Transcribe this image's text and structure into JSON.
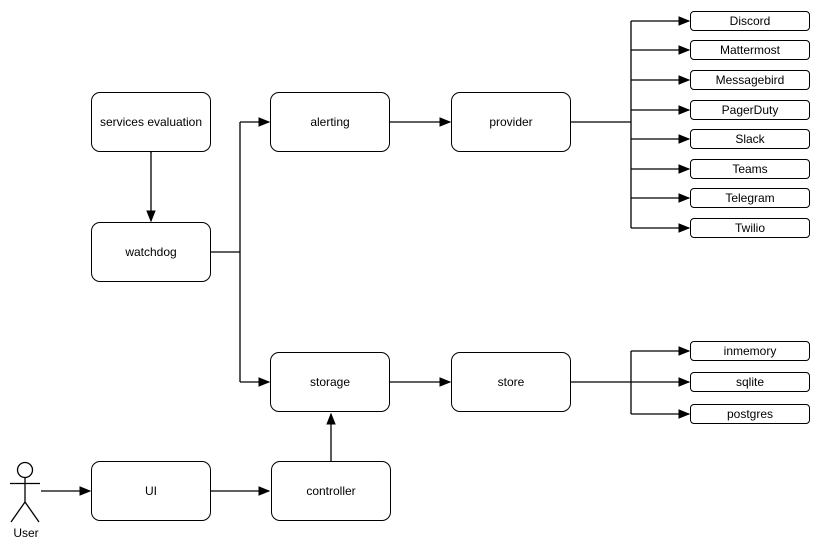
{
  "colors": {
    "stroke": "#000000",
    "node_fill": "#ffffff",
    "background": "#ffffff"
  },
  "nodes": {
    "services_evaluation": "services evaluation",
    "watchdog": "watchdog",
    "alerting": "alerting",
    "provider": "provider",
    "storage": "storage",
    "store": "store",
    "ui": "UI",
    "controller": "controller",
    "user": "User"
  },
  "providers": [
    "Discord",
    "Mattermost",
    "Messagebird",
    "PagerDuty",
    "Slack",
    "Teams",
    "Telegram",
    "Twilio"
  ],
  "stores": [
    "inmemory",
    "sqlite",
    "postgres"
  ]
}
